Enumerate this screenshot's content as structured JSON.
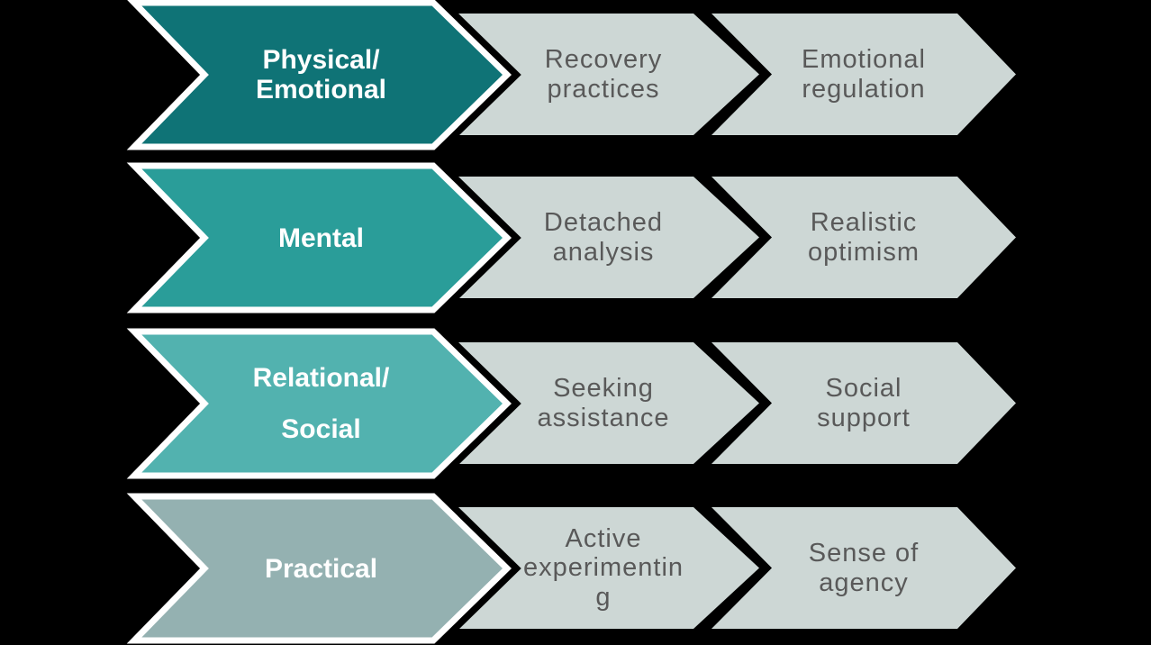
{
  "styles": {
    "background_color": "#000000",
    "step_fill": "#CDD7D5",
    "step_text_color": "#595959",
    "stage_text_color": "#FFFFFF",
    "stage_outline_color": "#FFFFFF",
    "gap_color": "#000000"
  },
  "rows": [
    {
      "stage_label": "Physical/\nEmotional",
      "stage_color": "#0F7376",
      "steps": [
        {
          "label": "Recovery\npractices"
        },
        {
          "label": "Emotional\nregulation"
        }
      ]
    },
    {
      "stage_label": "Mental",
      "stage_color": "#2A9D99",
      "steps": [
        {
          "label": "Detached\nanalysis"
        },
        {
          "label": "Realistic\noptimism"
        }
      ]
    },
    {
      "stage_label": "Relational/\nSocial",
      "stage_color": "#52B2AF",
      "steps": [
        {
          "label": "Seeking\nassistance"
        },
        {
          "label": "Social\nsupport"
        }
      ]
    },
    {
      "stage_label": "Practical",
      "stage_color": "#94B1B1",
      "steps": [
        {
          "label": "Active\nexperimentin\ng"
        },
        {
          "label": "Sense of\nagency"
        }
      ]
    }
  ]
}
